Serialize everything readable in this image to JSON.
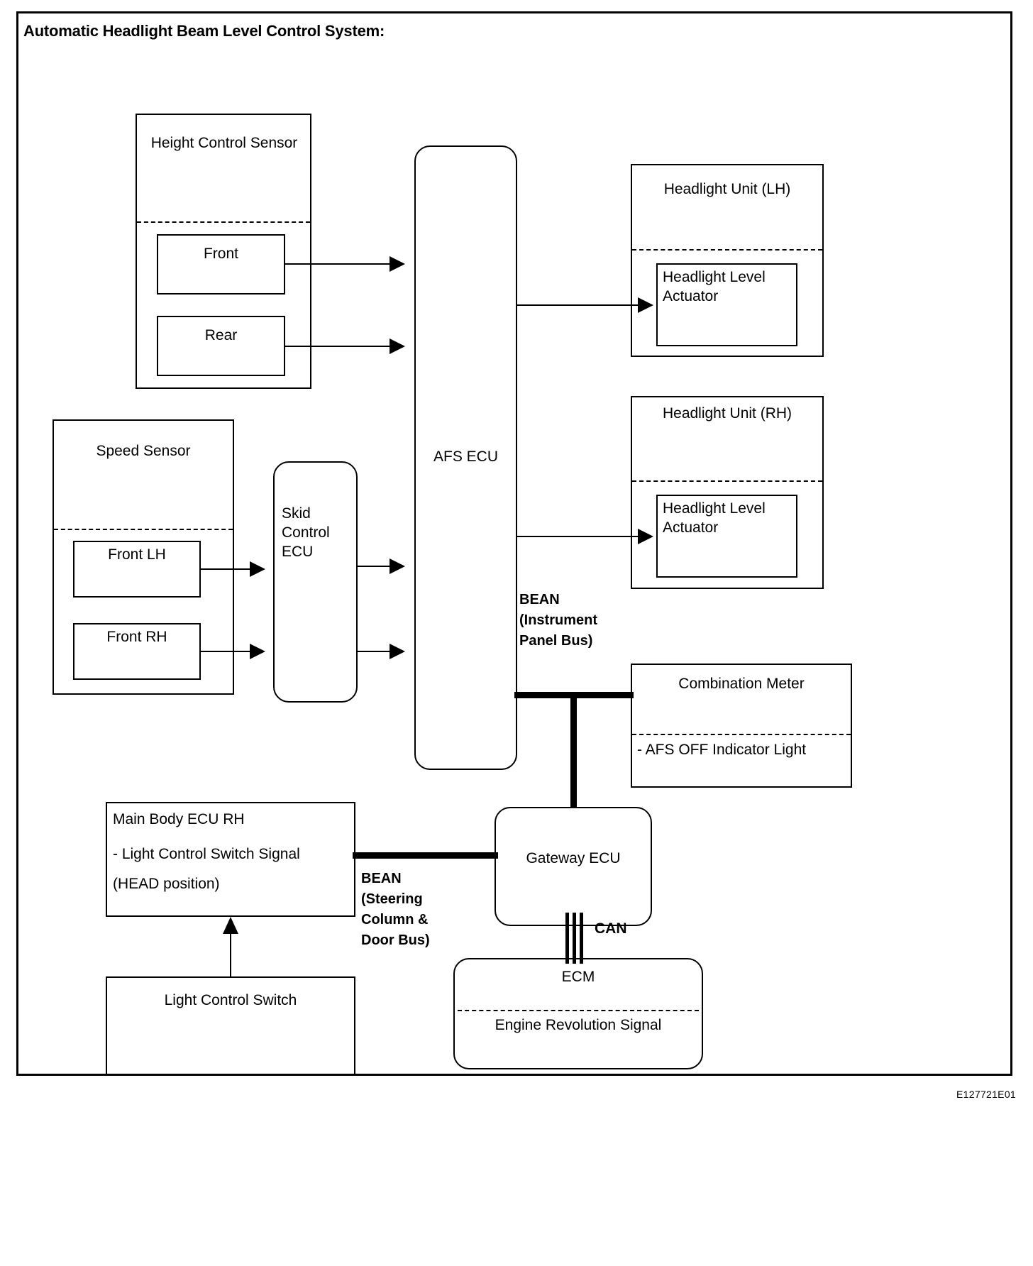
{
  "diagram": {
    "title": "Automatic Headlight Beam Level Control System:",
    "doc_id": "E127721E01",
    "ink_color": "#000000",
    "background_color": "#ffffff"
  },
  "blocks": {
    "height_control_sensor": {
      "label": "Height Control Sensor",
      "children": [
        {
          "label": "Front"
        },
        {
          "label": "Rear"
        }
      ]
    },
    "speed_sensor": {
      "label": "Speed Sensor",
      "children": [
        {
          "label": "Front LH"
        },
        {
          "label": "Front RH"
        }
      ]
    },
    "skid_control_ecu": {
      "label": "Skid\nControl\nECU"
    },
    "afs_ecu": {
      "label": "AFS ECU"
    },
    "headlight_unit_lh": {
      "label": "Headlight Unit (LH)",
      "children": [
        {
          "label": "Headlight Level\nActuator"
        }
      ]
    },
    "headlight_unit_rh": {
      "label": "Headlight Unit (RH)",
      "children": [
        {
          "label": "Headlight Level\nActuator"
        }
      ]
    },
    "combination_meter": {
      "label": "Combination Meter",
      "children": [
        {
          "label": "- AFS OFF Indicator Light"
        }
      ]
    },
    "main_body_ecu_rh": {
      "label": "Main Body ECU RH",
      "line2": "- Light Control Switch Signal",
      "line3": "(HEAD position)"
    },
    "light_control_switch": {
      "label": "Light Control Switch"
    },
    "gateway_ecu": {
      "label": "Gateway ECU"
    },
    "ecm": {
      "label": "ECM",
      "children": [
        {
          "label": "Engine Revolution Signal"
        }
      ]
    }
  },
  "bus_labels": {
    "bean_instrument_panel": "BEAN\n(Instrument\nPanel Bus)",
    "bean_steering_column": "BEAN\n(Steering\nColumn &\nDoor Bus)",
    "can": "CAN"
  },
  "bus_labels_lines": {
    "bean_instrument_panel": [
      "BEAN",
      "(Instrument",
      "Panel Bus)"
    ],
    "bean_steering_column": [
      "BEAN",
      "(Steering",
      "Column &",
      "Door Bus)"
    ],
    "can": "CAN"
  },
  "connections": [
    {
      "from": "height_control_sensor.front",
      "to": "afs_ecu",
      "style": "arrow"
    },
    {
      "from": "height_control_sensor.rear",
      "to": "afs_ecu",
      "style": "arrow"
    },
    {
      "from": "speed_sensor.front_lh",
      "to": "skid_control_ecu",
      "style": "arrow"
    },
    {
      "from": "speed_sensor.front_rh",
      "to": "skid_control_ecu",
      "style": "arrow"
    },
    {
      "from": "skid_control_ecu",
      "to": "afs_ecu",
      "style": "arrow"
    },
    {
      "from": "afs_ecu",
      "to": "headlight_unit_lh.actuator",
      "style": "arrow"
    },
    {
      "from": "afs_ecu",
      "to": "headlight_unit_rh.actuator",
      "style": "arrow"
    },
    {
      "from": "afs_ecu",
      "to": "gateway_ecu",
      "style": "bus",
      "bus": "BEAN (Instrument Panel Bus)"
    },
    {
      "from": "afs_ecu",
      "to": "combination_meter",
      "style": "bus",
      "bus": "BEAN (Instrument Panel Bus)"
    },
    {
      "from": "main_body_ecu_rh",
      "to": "gateway_ecu",
      "style": "bus",
      "bus": "BEAN (Steering Column & Door Bus)"
    },
    {
      "from": "gateway_ecu",
      "to": "ecm",
      "style": "bus",
      "bus": "CAN"
    },
    {
      "from": "light_control_switch",
      "to": "main_body_ecu_rh",
      "style": "arrow"
    }
  ]
}
